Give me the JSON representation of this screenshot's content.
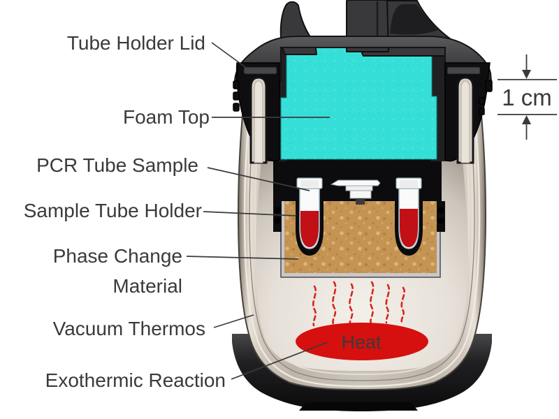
{
  "figure": {
    "labels": {
      "tube_holder_lid": "Tube Holder Lid",
      "foam_top": "Foam Top",
      "pcr_tube_sample": "PCR Tube Sample",
      "sample_tube_holder": "Sample Tube Holder",
      "phase_change_material_line1": "Phase Change",
      "phase_change_material_line2": "Material",
      "vacuum_thermos": "Vacuum Thermos",
      "exothermic_reaction": "Exothermic Reaction",
      "heat": "Heat",
      "scale": "1 cm"
    },
    "colors": {
      "label-text": "#3a3a3c",
      "foam": "#35dfd8",
      "pcm": "#c59352",
      "pcm-speckle-dark": "#a87a3c",
      "pcm-speckle-light": "#dcbf8a",
      "sample-liquid": "#c11016",
      "heat": "#d5100e",
      "heat-wave": "#d8251c",
      "holder-black": "#0c0c0e",
      "leader-line": "#3a3a3c"
    }
  }
}
